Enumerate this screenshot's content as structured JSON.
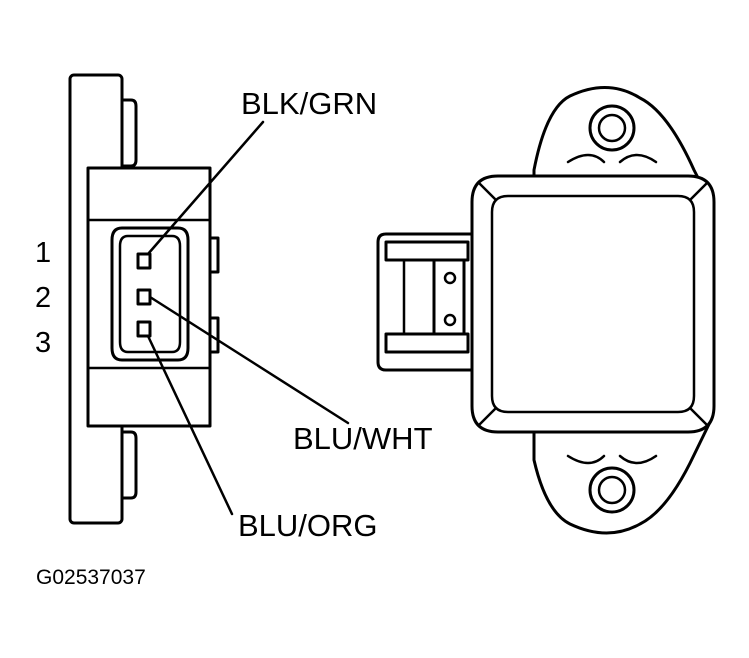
{
  "wire_labels": {
    "pin1": "BLK/GRN",
    "pin2": "BLU/WHT",
    "pin3": "BLU/ORG"
  },
  "pin_numbers": [
    "1",
    "2",
    "3"
  ],
  "figure_id": "G02537037"
}
